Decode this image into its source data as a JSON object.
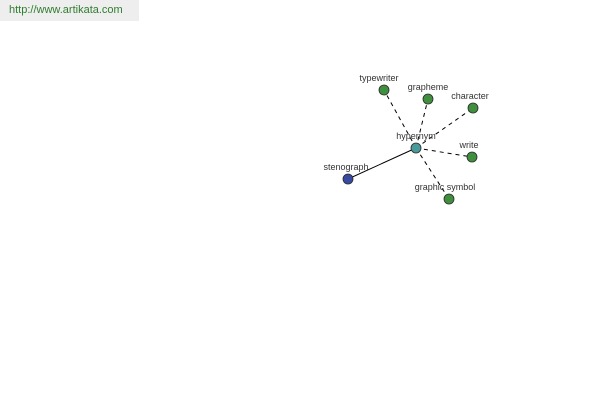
{
  "watermark": {
    "text": "http://www.artikata.com"
  },
  "graph": {
    "center": {
      "label": "hypernym",
      "color": "#4a9a9a"
    },
    "edge_colors": {
      "solid": "#000000",
      "dashed": "#000000"
    },
    "nodes": [
      {
        "id": "typewriter",
        "label": "typewriter",
        "color": "#3f8f3f",
        "edge": "dashed"
      },
      {
        "id": "grapheme",
        "label": "grapheme",
        "color": "#3f8f3f",
        "edge": "dashed"
      },
      {
        "id": "character",
        "label": "character",
        "color": "#3f8f3f",
        "edge": "dashed"
      },
      {
        "id": "write",
        "label": "write",
        "color": "#3f8f3f",
        "edge": "dashed"
      },
      {
        "id": "graphic-symbol",
        "label": "graphic symbol",
        "color": "#3f8f3f",
        "edge": "dashed"
      },
      {
        "id": "stenograph",
        "label": "stenograph",
        "color": "#3a4aa0",
        "edge": "solid"
      }
    ]
  }
}
